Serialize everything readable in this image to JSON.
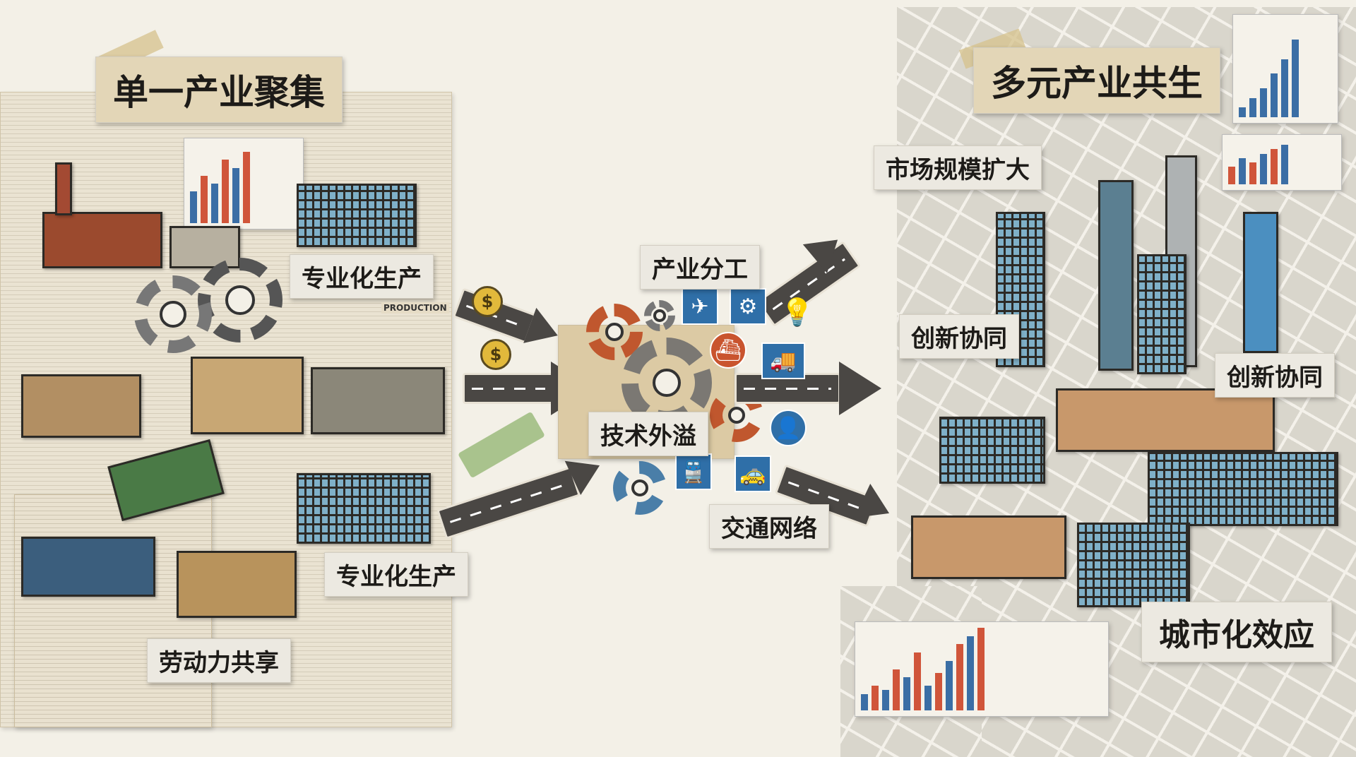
{
  "left": {
    "title": "单一产业聚集",
    "labels": [
      "专业化生产",
      "专业化生产",
      "劳动力共享"
    ],
    "poster_text": "PRODUCTION"
  },
  "center": {
    "labels": {
      "division": "产业分工",
      "spillover": "技术外溢",
      "transport": "交通网络"
    },
    "icons": [
      "dollar-coin-icon",
      "airplane-icon",
      "gear-icon",
      "lightbulb-icon",
      "ship-icon",
      "truck-icon",
      "person-icon",
      "train-icon",
      "taxi-icon"
    ]
  },
  "right": {
    "title": "多元产业共生",
    "labels": {
      "market": "市场规模扩大",
      "innovation1": "创新协同",
      "innovation2": "创新协同",
      "urbanization": "城市化效应"
    }
  },
  "colors": {
    "background": "#f3f0e7",
    "road": "#4a4744",
    "icon_blue": "#2f6fa8",
    "gear_orange": "#c0572e",
    "bar_red": "#d0553a",
    "bar_blue": "#3b6ea5"
  }
}
